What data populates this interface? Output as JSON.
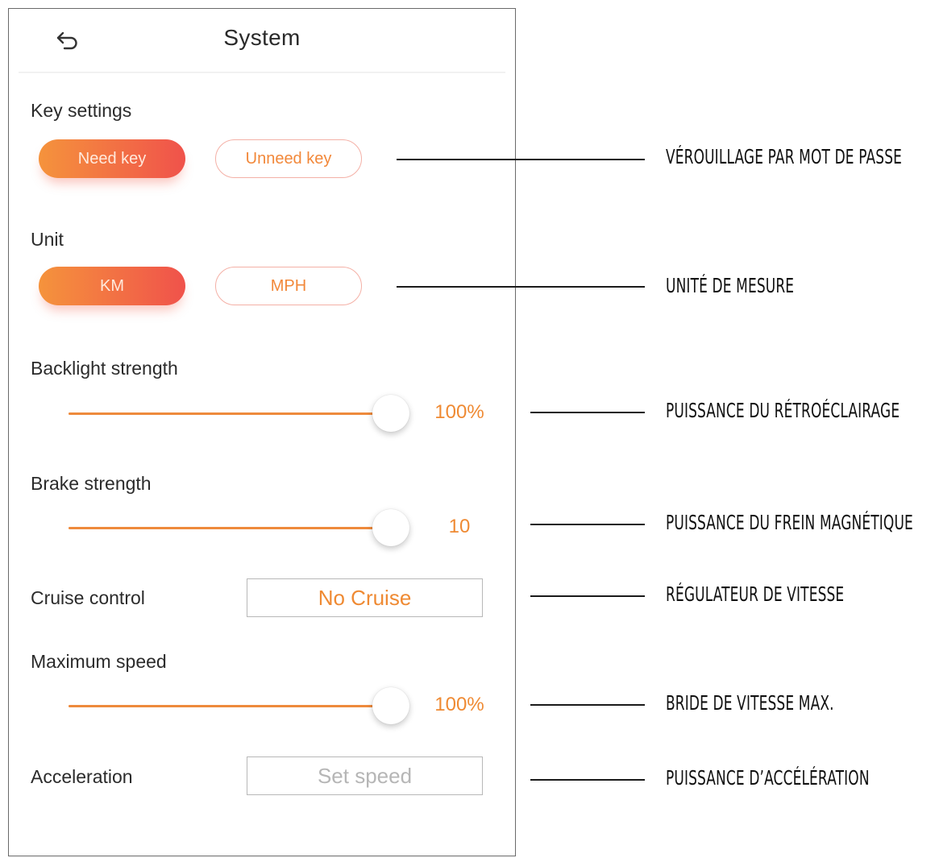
{
  "header": {
    "title": "System",
    "back_icon": "back-arrow-icon"
  },
  "key_settings": {
    "label": "Key settings",
    "options": [
      "Need key",
      "Unneed key"
    ],
    "selected": "Need key"
  },
  "unit": {
    "label": "Unit",
    "options": [
      "KM",
      "MPH"
    ],
    "selected": "KM"
  },
  "backlight": {
    "label": "Backlight strength",
    "level_percent": 100,
    "value_text": "100%"
  },
  "brake": {
    "label": "Brake strength",
    "level_percent": 100,
    "value_text": "10"
  },
  "cruise": {
    "label": "Cruise control",
    "value": "No Cruise"
  },
  "max_speed": {
    "label": "Maximum speed",
    "level_percent": 100,
    "value_text": "100%"
  },
  "acceleration": {
    "label": "Acceleration",
    "placeholder": "Set speed"
  },
  "annotations": [
    "VÉROUILLAGE PAR MOT DE PASSE",
    "UNITÉ DE MESURE",
    "PUISSANCE DU RÉTROÉCLAIRAGE",
    "PUISSANCE DU FREIN MAGNÉTIQUE",
    "RÉGULATEUR DE VITESSE",
    "BRIDE DE VITESSE MAX.",
    "PUISSANCE D’ACCÉLÉRATION"
  ],
  "colors": {
    "accent": "#ef8a33",
    "gradient_start": "#f5933c",
    "gradient_end": "#f0524b",
    "outline": "#f4b0a6"
  }
}
